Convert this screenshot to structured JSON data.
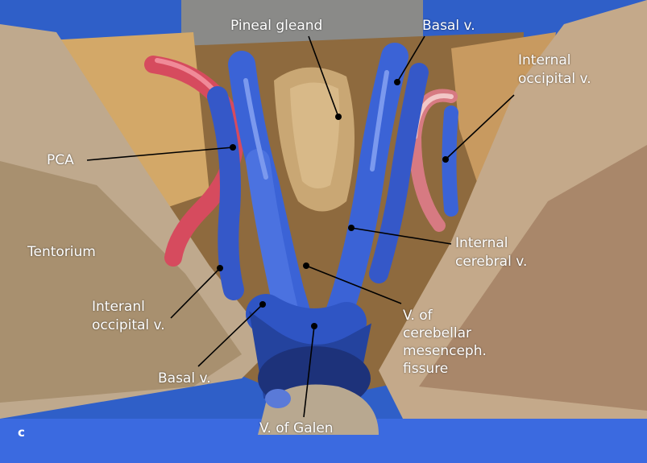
{
  "panel_letter": "c",
  "labels": {
    "pineal": "Pineal gleand",
    "basal_top": "Basal v.",
    "internal_occipital_right_1": "Internal",
    "internal_occipital_right_2": "occipital v.",
    "pca": "PCA",
    "tentorium": "Tentorium",
    "internal_cerebral_1": "Internal",
    "internal_cerebral_2": "cerebral v.",
    "interanl_occipital_1": "Interanl",
    "interanl_occipital_2": "occipital v.",
    "cerebellar_1": "V. of",
    "cerebellar_2": "cerebellar",
    "cerebellar_3": "mesenceph.",
    "cerebellar_4": "fissure",
    "basal_bottom": "Basal v.",
    "galen": "V. of Galen"
  },
  "colors": {
    "background": "#2f5fc8",
    "vein_blue": "#3b63d6",
    "artery_red": "#d64b5e",
    "tissue_tan": "#c9a774",
    "tentorium_beige": "#bfa98d",
    "label_white": "#ffffff"
  }
}
